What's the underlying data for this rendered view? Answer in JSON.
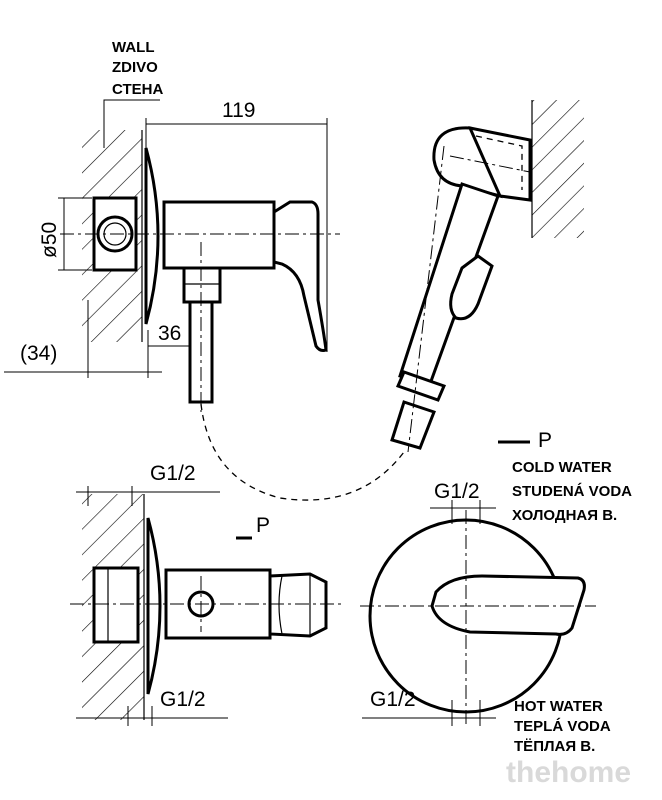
{
  "wall_label": [
    "WALL",
    "ZDIVO",
    "СТЕНА"
  ],
  "dimensions": {
    "total_length": "119",
    "diameter": "ø50",
    "wall_depth": "(34)",
    "outlet_offset": "36",
    "thread_top_side": "G1/2",
    "thread_bottom_side": "G1/2",
    "thread_top_front": "G1/2",
    "thread_bottom_front": "G1/2"
  },
  "flow_marker": "P",
  "cold_water": [
    "COLD WATER",
    "STUDENÁ VODA",
    "ХОЛОДНАЯ В."
  ],
  "hot_water": [
    "HOT WATER",
    "TEPLÁ VODA",
    "ТЁПЛАЯ В."
  ],
  "watermark": "thehome"
}
